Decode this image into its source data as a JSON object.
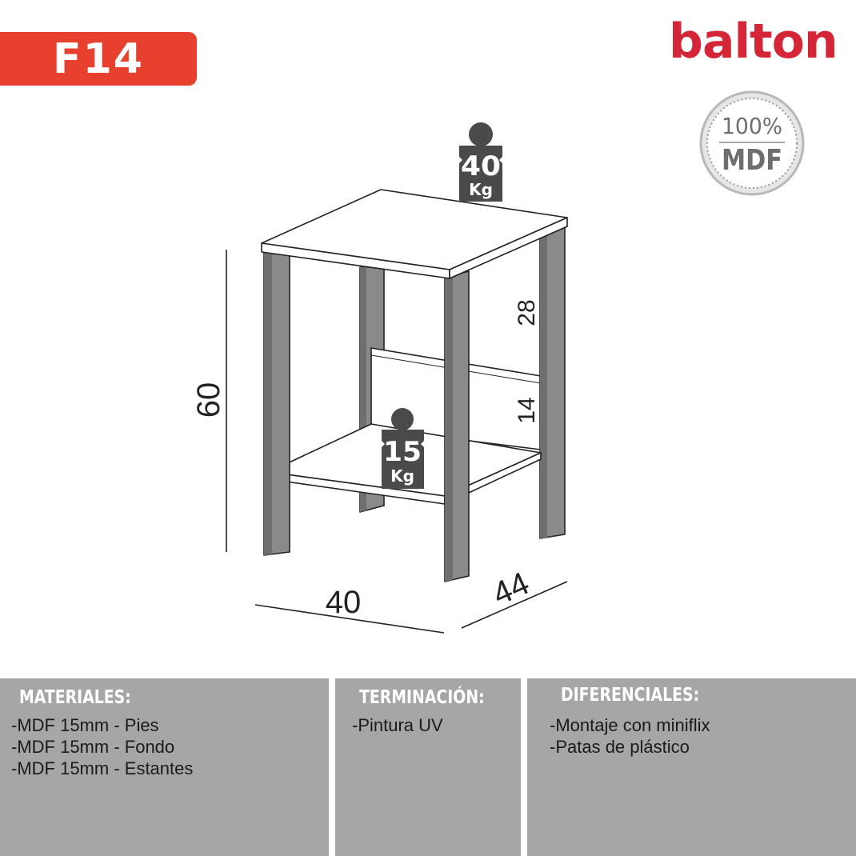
{
  "header": {
    "model_code": "F14",
    "brand_name": "balton",
    "seal": {
      "line1": "100%",
      "line2": "MDF"
    }
  },
  "drawing": {
    "weight_top": {
      "value": "40",
      "unit": "Kg"
    },
    "weight_shelf": {
      "value": "15",
      "unit": "Kg"
    },
    "dimensions": {
      "height": "60",
      "width": "40",
      "depth": "44",
      "upper_gap": "28",
      "lower_gap": "14"
    }
  },
  "panels": {
    "materiales": {
      "title": "MATERIALES:",
      "items": [
        "-MDF 15mm - Pies",
        "-MDF 15mm - Fondo",
        "-MDF 15mm - Estantes"
      ]
    },
    "terminacion": {
      "title": "TERMINACIÓN:",
      "items": [
        "-Pintura UV"
      ]
    },
    "diferenciales": {
      "title": "DIFERENCIALES:",
      "items": [
        "-Montaje con miniflix",
        "-Patas de plástico"
      ]
    }
  },
  "colors": {
    "accent_red": "#e8402e",
    "brand_red": "#d42636",
    "panel_gray": "#a7a6a6",
    "leg_gray": "#8a8a8a",
    "weight_dark": "#4a4a4a"
  }
}
